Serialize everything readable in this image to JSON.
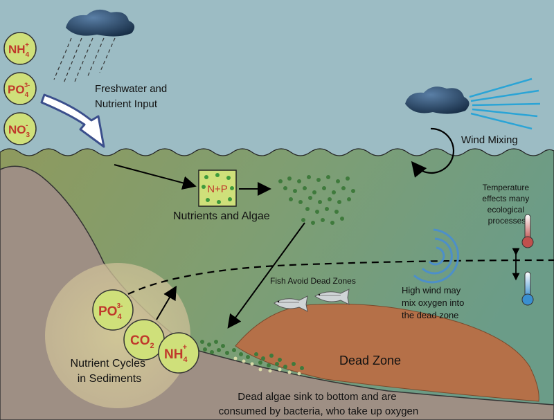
{
  "labels": {
    "freshwater_line1": "Freshwater and",
    "freshwater_line2": "Nutrient Input",
    "wind_mixing": "Wind Mixing",
    "np_box": "N+P",
    "nutrients_algae": "Nutrients and Algae",
    "temp_line1": "Temperature",
    "temp_line2": "effects many",
    "temp_line3": "ecological",
    "temp_line4": "processes",
    "fish_avoid": "Fish Avoid Dead Zones",
    "high_wind_line1": "High wind may",
    "high_wind_line2": "mix oxygen into",
    "high_wind_line3": "the dead zone",
    "dead_zone": "Dead Zone",
    "sediments_line1": "Nutrient Cycles",
    "sediments_line2": "in Sediments",
    "dead_algae_line1": "Dead algae sink to bottom and are",
    "dead_algae_line2": "consumed by bacteria, who take up oxygen"
  },
  "input_chemicals": [
    {
      "base": "NH",
      "sub": "4",
      "sup": "+"
    },
    {
      "base": "PO",
      "sub": "4",
      "sup": "3-"
    },
    {
      "base": "NO",
      "sub": "3",
      "sup": "-"
    }
  ],
  "sediment_chemicals": [
    {
      "base": "PO",
      "sub": "4",
      "sup": "3-"
    },
    {
      "base": "CO",
      "sub": "2",
      "sup": ""
    },
    {
      "base": "NH",
      "sub": "4",
      "sup": "+"
    }
  ],
  "colors": {
    "sky": "#9cbcc4",
    "water_surface": "#8d9e63",
    "water_deep": "#6b9c88",
    "sediment": "#9e8f84",
    "dead_zone": "#b57048",
    "chem_circle": "#cfe07a",
    "chem_text": "#c0392b",
    "algae": "#3f7a3c",
    "cloud": "#1f3a55",
    "wind_lines": "#2aa4d6",
    "mixing_swirl": "#4d8fc8"
  }
}
